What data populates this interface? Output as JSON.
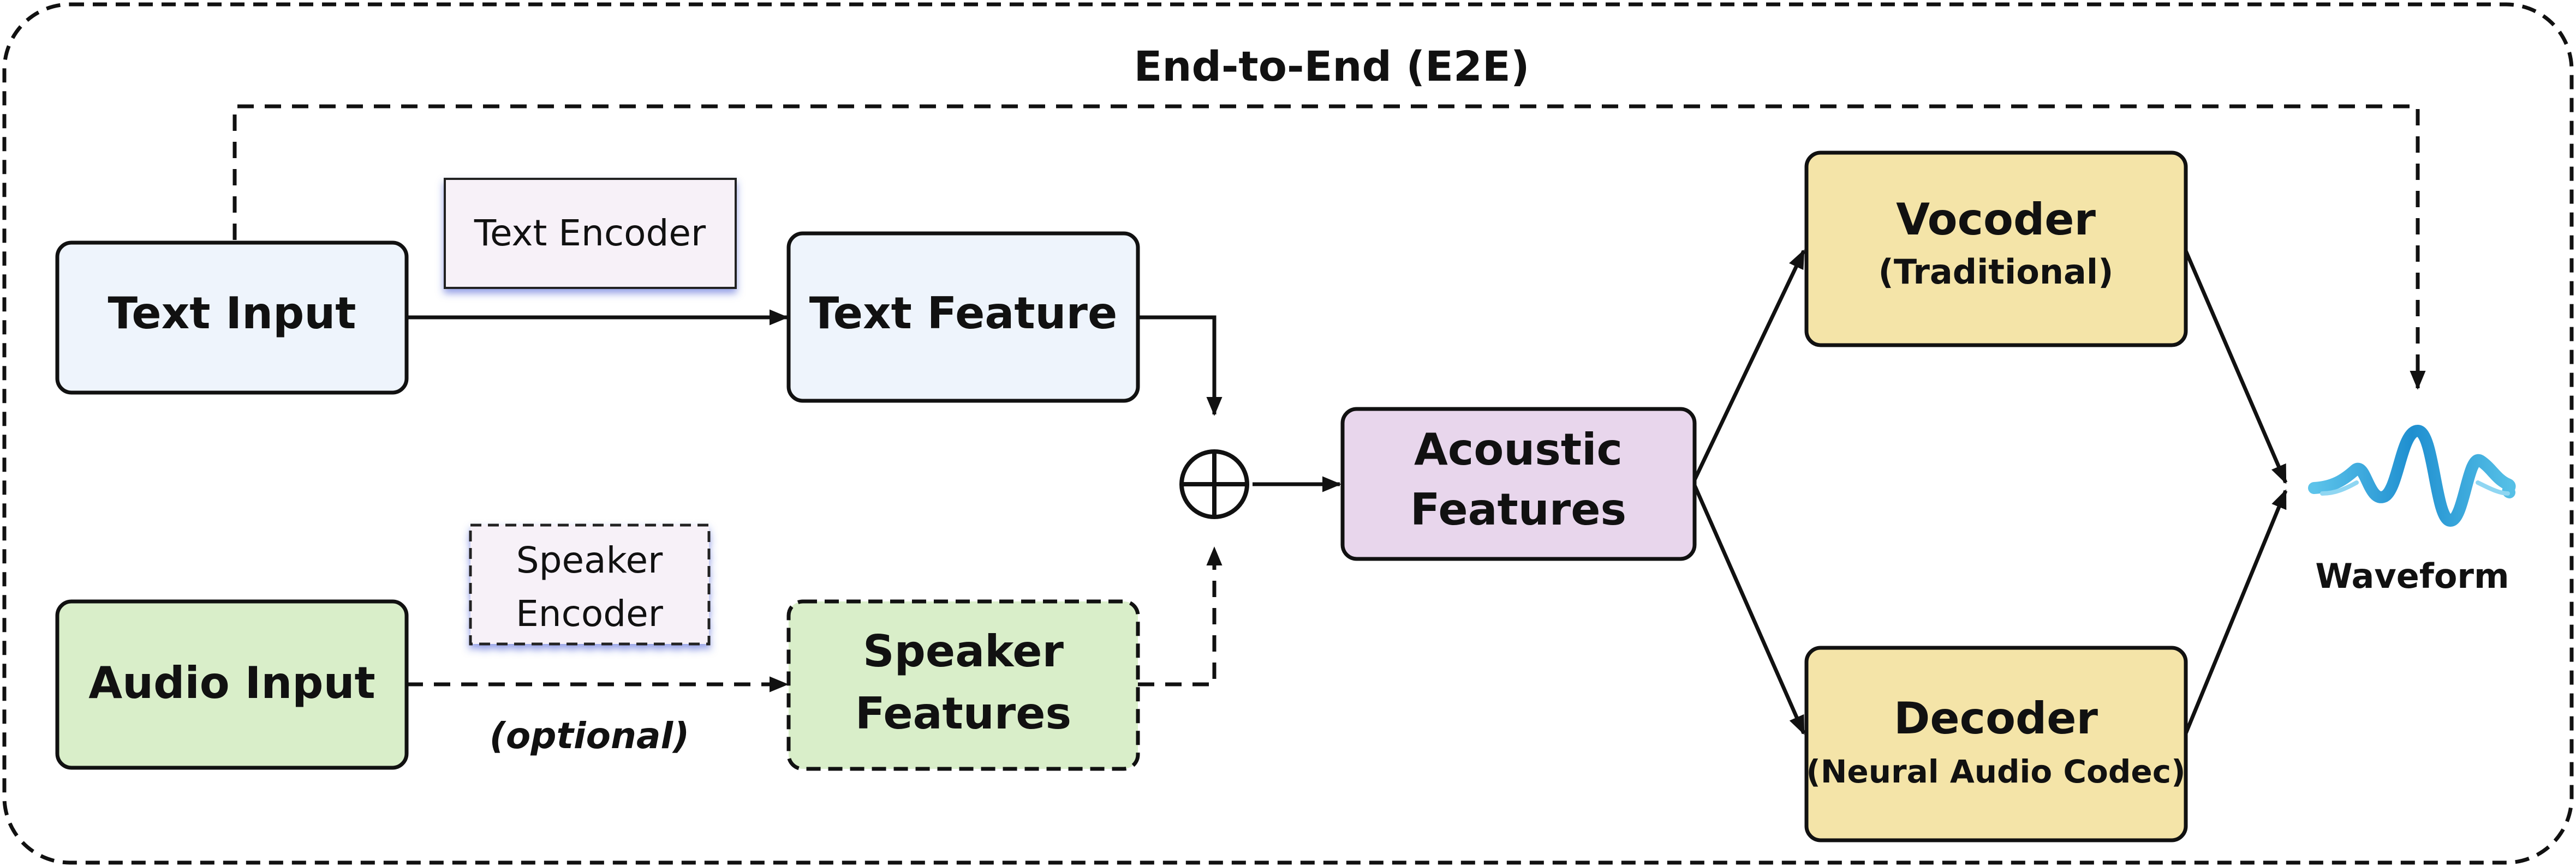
{
  "title": "End-to-End (E2E)",
  "nodes": {
    "text_input": "Text Input",
    "text_feature": "Text Feature",
    "audio_input": "Audio Input",
    "speaker_features": [
      "Speaker",
      "Features"
    ],
    "acoustic_features": [
      "Acoustic",
      "Features"
    ],
    "vocoder": {
      "title": "Vocoder",
      "subtitle": "(Traditional)"
    },
    "decoder": {
      "title": "Decoder",
      "subtitle": "(Neural Audio Codec)"
    },
    "waveform": "Waveform"
  },
  "labels": {
    "text_encoder": "Text Encoder",
    "speaker_encoder": [
      "Speaker",
      "Encoder"
    ],
    "optional": "(optional)"
  },
  "colors": {
    "input_blue": "#eef4fc",
    "input_green": "#d9eec9",
    "acoustic_purple": "#e8d6ec",
    "output_yellow": "#f4e4a8",
    "encoder_label_bg": "#f7f1f8",
    "wave_blue": "#2a9fd8"
  },
  "icons": [
    "waveform-icon",
    "plus-circle-icon"
  ]
}
